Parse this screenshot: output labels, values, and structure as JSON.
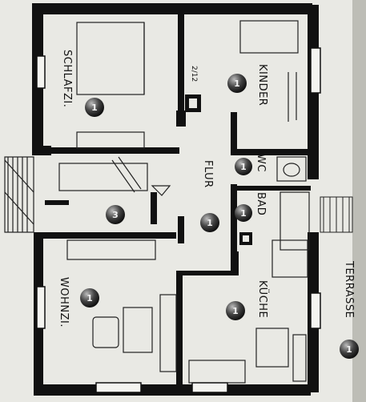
{
  "rooms": {
    "schlafzi": {
      "label": "SCHLAFZI.",
      "number": "1"
    },
    "kinder": {
      "label": "KINDER",
      "number": "1"
    },
    "wc": {
      "label": "WC",
      "number": "1"
    },
    "bad": {
      "label": "BAD",
      "number": "1"
    },
    "flur": {
      "label": "FLUR",
      "number": "1"
    },
    "room3": {
      "number": "3"
    },
    "wohnzi": {
      "label": "WOHNZI.",
      "number": "1"
    },
    "kueche": {
      "label": "KÜCHE",
      "number": "1"
    },
    "terrasse": {
      "label": "TERRASSE",
      "number": "1"
    }
  },
  "annotation": "2/12"
}
